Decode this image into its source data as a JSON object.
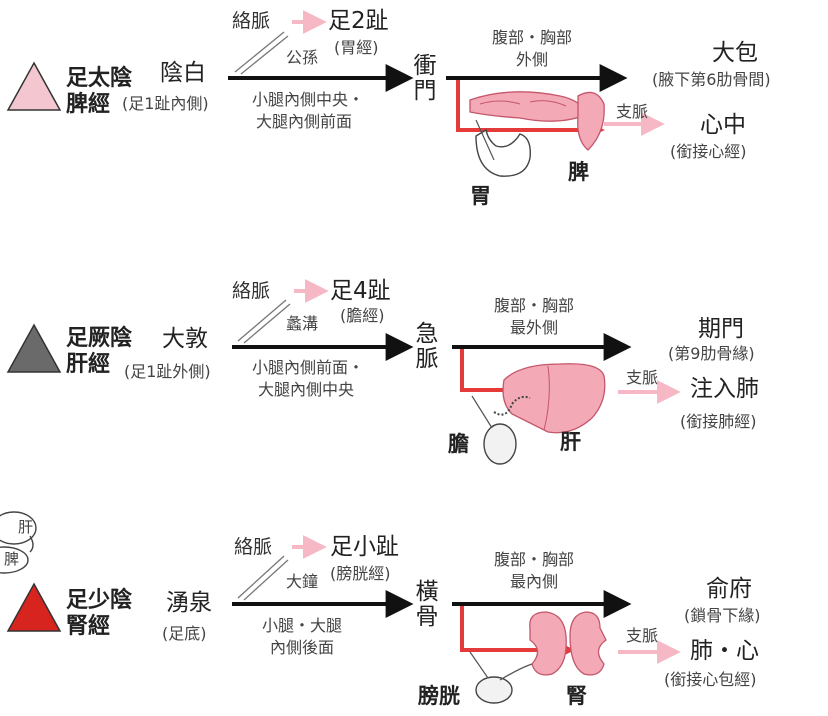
{
  "colors": {
    "spleen_triangle": "#f4c6cf",
    "liver_triangle": "#6a6a6a",
    "kidney_triangle": "#d8241f",
    "main_arrow": "#111111",
    "branch_red": "#e53a3a",
    "pink_arrow": "#f5b8c4",
    "organ_fill": "#f3a9b6"
  },
  "spleen": {
    "meridian_top": "足太陰",
    "meridian_bottom": "脾經",
    "start_point": "陰白",
    "start_note": "(足1趾內側)",
    "luo": "絡脈",
    "luo_target": "足2趾",
    "luo_target_note": "(胃經)",
    "luo_point": "公孫",
    "path_line1": "小腿內側中央・",
    "path_line2": "大腿內側前面",
    "gate": "衝門",
    "abdomen_line1": "腹部・胸部",
    "abdomen_line2": "外側",
    "end_point": "大包",
    "end_note": "(腋下第6肋骨間)",
    "branch": "支脈",
    "branch_target": "心中",
    "branch_note": "(銜接心經)",
    "organ_a": "胃",
    "organ_b": "脾"
  },
  "liver": {
    "meridian_top": "足厥陰",
    "meridian_bottom": "肝經",
    "start_point": "大敦",
    "start_note": "(足1趾外側)",
    "luo": "絡脈",
    "luo_target": "足4趾",
    "luo_target_note": "(膽經)",
    "luo_point": "蠡溝",
    "path_line1": "小腿內側前面・",
    "path_line2": "大腿內側中央",
    "gate": "急脈",
    "abdomen_line1": "腹部・胸部",
    "abdomen_line2": "最外側",
    "end_point": "期門",
    "end_note": "(第9肋骨緣)",
    "branch": "支脈",
    "branch_target": "注入肺",
    "branch_note": "(銜接肺經)",
    "organ_a": "膽",
    "organ_b": "肝"
  },
  "kidney": {
    "meridian_top": "足少陰",
    "meridian_bottom": "腎經",
    "start_point": "湧泉",
    "start_note": "(足底)",
    "luo": "絡脈",
    "luo_target": "足小趾",
    "luo_target_note": "(膀胱經)",
    "luo_point": "大鐘",
    "path_line1": "小腿・大腿",
    "path_line2": "內側後面",
    "gate": "橫骨",
    "abdomen_line1": "腹部・胸部",
    "abdomen_line2": "最內側",
    "end_point": "俞府",
    "end_note": "(鎖骨下緣)",
    "branch": "支脈",
    "branch_target": "肺・心",
    "branch_note": "(銜接心包經)",
    "organ_a": "膀胱",
    "organ_b": "腎"
  },
  "corner": {
    "label_a": "肝",
    "label_b": "脾"
  }
}
